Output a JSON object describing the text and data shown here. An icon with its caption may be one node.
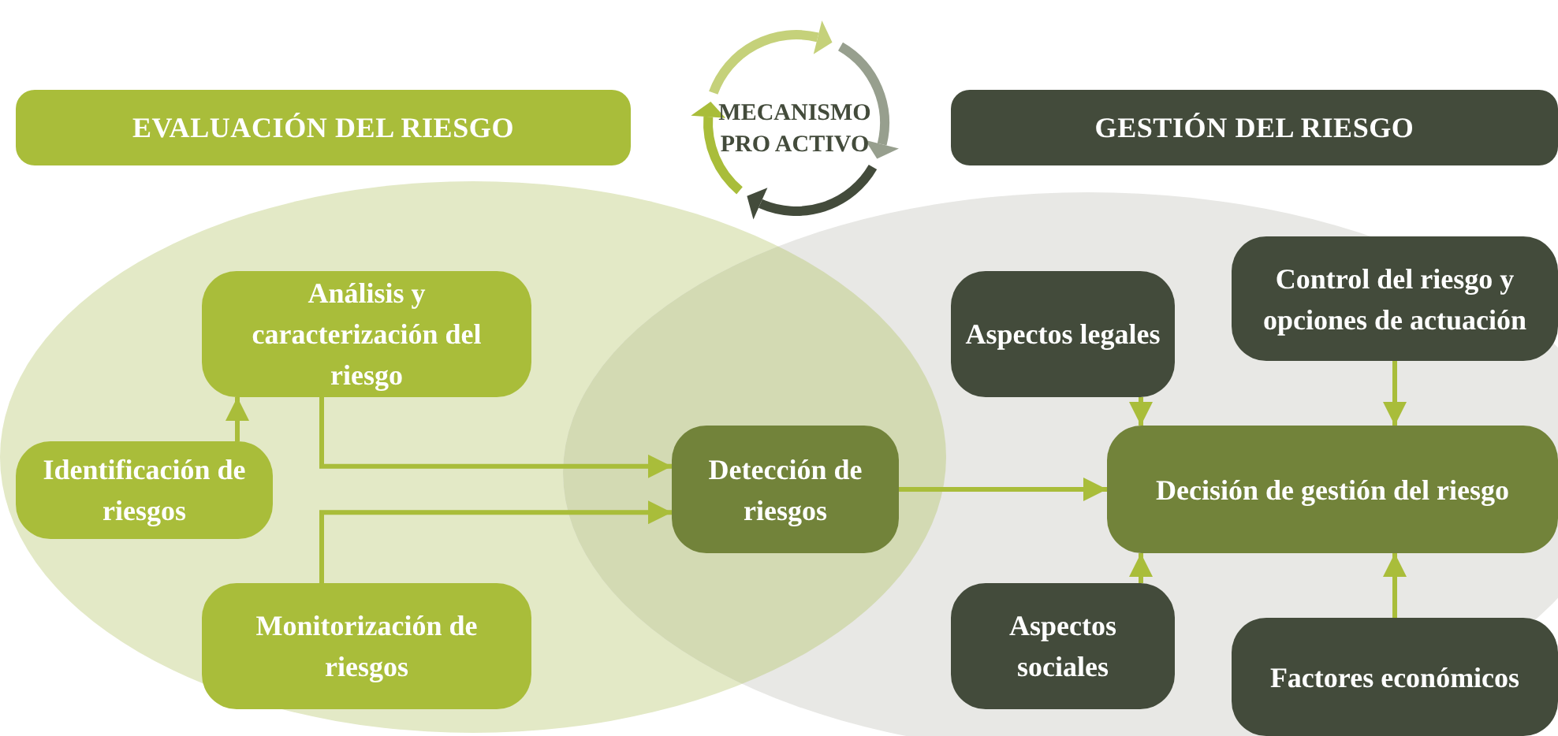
{
  "diagram": {
    "nodes": [
      {
        "text": [
          "EVALUACIÓN DEL RIESGO"
        ]
      },
      {
        "text": [
          "GESTIÓN DEL RIESGO"
        ]
      },
      {
        "text": [
          "MECANISMO PRO ACTIVO"
        ]
      },
      {
        "text": [
          "Análisis y caracterización del riesgo"
        ]
      },
      {
        "text": [
          "Identificación de riesgos"
        ]
      },
      {
        "text": [
          "Monitorización de riesgos"
        ]
      },
      {
        "text": [
          "Detección de riesgos"
        ]
      },
      {
        "text": [
          "Aspectos legales"
        ]
      },
      {
        "text": [
          "Control del riesgo y opciones de actuación"
        ]
      },
      {
        "text": [
          "Decisión de gestión del riesgo"
        ]
      },
      {
        "text": [
          "Aspectos sociales"
        ]
      },
      {
        "text": [
          "Factores económicos"
        ]
      }
    ],
    "edges": [
      {
        "from": 4,
        "to": 3,
        "arrow": "to"
      },
      {
        "from": 3,
        "to": 6,
        "arrow": "to"
      },
      {
        "from": 5,
        "to": 6,
        "arrow": "to"
      },
      {
        "from": 6,
        "to": 9,
        "arrow": "to"
      },
      {
        "from": 7,
        "to": 9,
        "arrow": "to"
      },
      {
        "from": 10,
        "to": 9,
        "arrow": "to"
      },
      {
        "from": 8,
        "to": 9,
        "arrow": "to"
      },
      {
        "from": 11,
        "to": 9,
        "arrow": "to"
      }
    ]
  }
}
